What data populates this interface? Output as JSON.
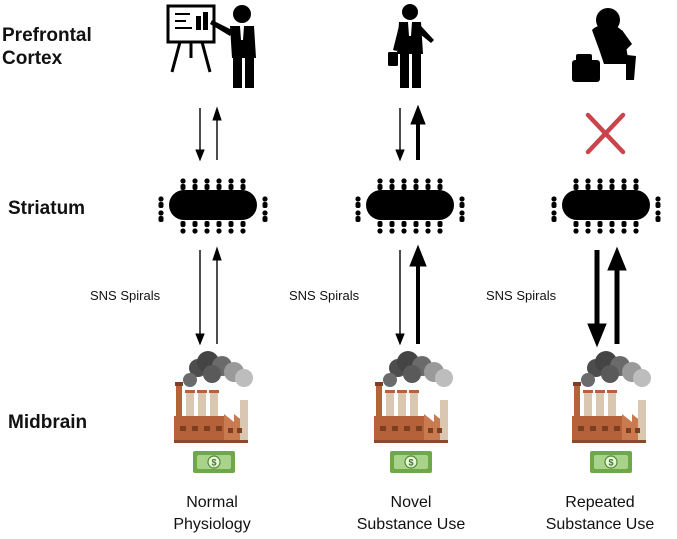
{
  "rows": {
    "prefrontal_cortex": "Prefrontal\nCortex",
    "striatum": "Striatum",
    "midbrain": "Midbrain"
  },
  "spiral_label": "SNS Spirals",
  "columns": [
    {
      "label": "Normal\nPhysiology",
      "top_state": "presenter",
      "upward_strength": "thin",
      "downward_strength": "thin",
      "cortex_link": "intact"
    },
    {
      "label": "Novel\nSubstance Use",
      "top_state": "walking-businessman",
      "upward_strength": "thick",
      "downward_strength": "thin",
      "cortex_link": "intact"
    },
    {
      "label": "Repeated\nSubstance Use",
      "top_state": "distressed-person",
      "upward_strength": "thick",
      "downward_strength": "thick",
      "cortex_link": "broken"
    }
  ],
  "icons": {
    "presenter": "presenter-whiteboard-icon",
    "walking": "businessman-walking-icon",
    "distressed": "distressed-person-icon",
    "cross": "red-cross-icon",
    "meeting": "conference-table-icon",
    "factory": "factory-icon",
    "money": "money-bill-icon"
  },
  "colors": {
    "cross": "#c9444b",
    "money_green": "#6fa84a",
    "smoke": "#5a5a5a",
    "factory_brick": "#b5623a",
    "factory_light": "#d9c7b2"
  }
}
